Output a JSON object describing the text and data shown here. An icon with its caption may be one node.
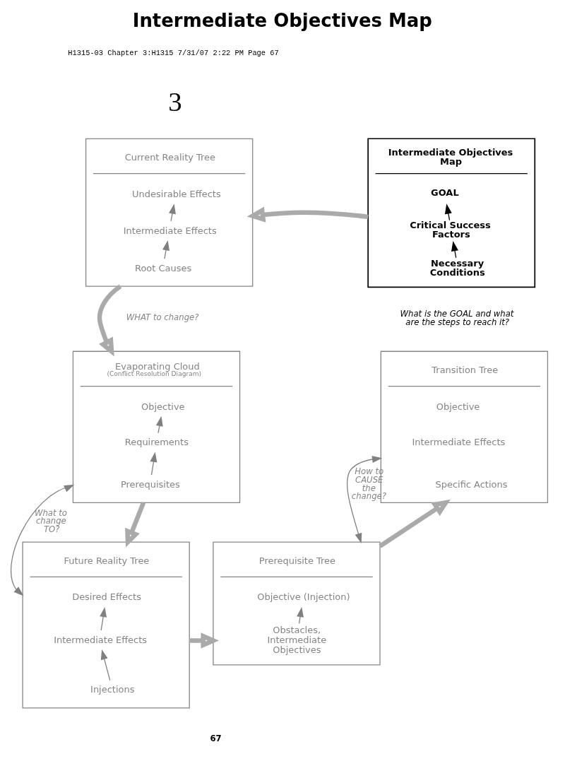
{
  "diagram": {
    "title": "Intermediate Objectives Map",
    "nodes": [
      {
        "text": [
          "Intermediate Objectives Map"
        ],
        "beside": [
          "What is the GOAL and what are the steps to reach it?"
        ]
      },
      {
        "text": [
          "GOAL"
        ],
        "in": 0
      },
      {
        "text": [
          "Critical Success Factors"
        ],
        "in": 0
      },
      {
        "text": [
          "Necessary Conditions"
        ],
        "in": 0
      },
      {
        "text": [
          "Current Reality Tree"
        ],
        "beside": [
          "WHAT to change?"
        ]
      },
      {
        "text": [
          "Undesirable Effects"
        ],
        "in": 4
      },
      {
        "text": [
          "Intermediate Effects"
        ],
        "in": 4
      },
      {
        "text": [
          "Root Causes"
        ],
        "in": 4
      },
      {
        "text": [
          "Transition Tree"
        ]
      },
      {
        "text": [
          "Objective"
        ],
        "in": 8
      },
      {
        "text": [
          "Intermediate Effects"
        ],
        "in": 8
      },
      {
        "text": [
          "Specific Actions"
        ],
        "in": 8
      },
      {
        "text": [
          "Evaporating Cloud",
          "(Conflict Resolution Diagram)"
        ]
      },
      {
        "text": [
          "Objective"
        ],
        "in": 12
      },
      {
        "text": [
          "Requirements"
        ],
        "in": 12
      },
      {
        "text": [
          "Prerequisites"
        ],
        "in": 12
      },
      {
        "text": [
          "Prerequisite Tree"
        ]
      },
      {
        "text": [
          "Objective (Injection)"
        ],
        "in": 16
      },
      {
        "text": [
          "Obstacles, Intermediate Objectives"
        ],
        "in": 16
      },
      {
        "text": [
          "Future Reality Tree"
        ]
      },
      {
        "text": [
          "Desired Effects"
        ],
        "in": 19
      },
      {
        "text": [
          "Intermediate Effects"
        ],
        "in": 19
      },
      {
        "text": [
          "Injections"
        ],
        "in": 19
      }
    ],
    "edges": [
      {
        "from": 3,
        "to": 2,
        "arrow": "to",
        "color": "#000000"
      },
      {
        "from": 2,
        "to": 1,
        "arrow": "to",
        "color": "#000000"
      },
      {
        "from": 0,
        "to": 4,
        "arrow": "to",
        "style": "thick",
        "color": "#aaaaaa"
      },
      {
        "from": 7,
        "to": 6,
        "arrow": "to"
      },
      {
        "from": 6,
        "to": 5,
        "arrow": "to"
      },
      {
        "from": 4,
        "to": 12,
        "arrow": "to",
        "style": "thick",
        "color": "#aaaaaa"
      },
      {
        "from": 15,
        "to": 14,
        "arrow": "to"
      },
      {
        "from": 14,
        "to": 13,
        "arrow": "to"
      },
      {
        "from": 12,
        "to": 19,
        "arrow": "to",
        "style": "thick",
        "color": "#aaaaaa"
      },
      {
        "from": 19,
        "to": 16,
        "arrow": "to",
        "style": "thick",
        "color": "#aaaaaa"
      },
      {
        "from": 8,
        "to": 16,
        "arrow": "both",
        "label": "How to CAUSE the change?"
      },
      {
        "from": 16,
        "to": 8,
        "arrow": "to",
        "style": "thick",
        "color": "#aaaaaa"
      },
      {
        "from": 18,
        "to": 17,
        "arrow": "to"
      },
      {
        "from": 22,
        "to": 21,
        "arrow": "to"
      },
      {
        "from": 21,
        "to": 20,
        "arrow": "to"
      },
      {
        "from": 12,
        "to": 19,
        "arrow": "both",
        "label": "What to change TO?"
      }
    ],
    "labels": [
      "H1315-03 Chapter 3:H1315 7/31/07 2:22 PM Page 67",
      "3",
      "67"
    ]
  }
}
